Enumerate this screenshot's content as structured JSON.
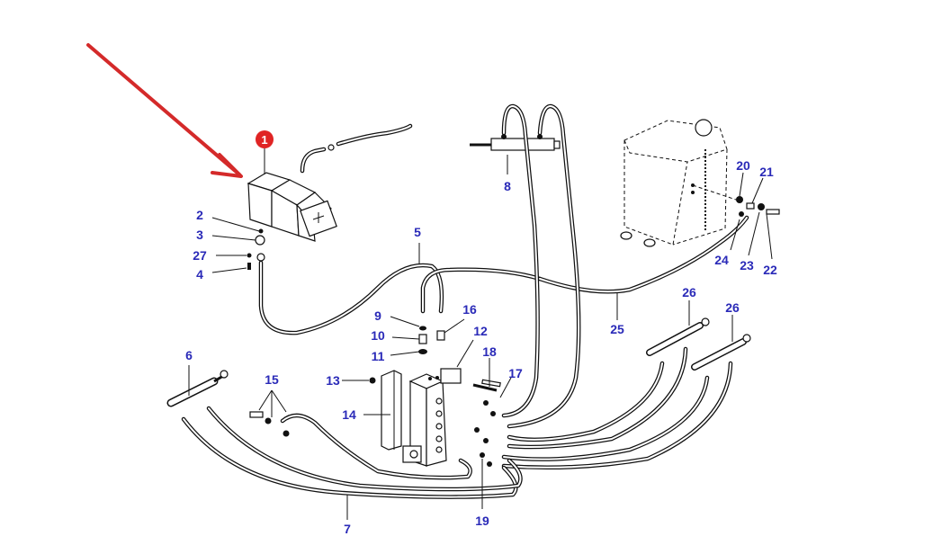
{
  "diagram": {
    "title": "Hydraulic system exploded parts diagram",
    "highlight": {
      "callout_number": "1",
      "callout_color": "#e02424",
      "arrow_color": "#d42a2a"
    },
    "label_color": "#2a2ab8",
    "labels": [
      {
        "id": "p2",
        "text": "2"
      },
      {
        "id": "p3",
        "text": "3"
      },
      {
        "id": "p27",
        "text": "27"
      },
      {
        "id": "p4",
        "text": "4"
      },
      {
        "id": "p5",
        "text": "5"
      },
      {
        "id": "p6",
        "text": "6"
      },
      {
        "id": "p7",
        "text": "7"
      },
      {
        "id": "p8",
        "text": "8"
      },
      {
        "id": "p9",
        "text": "9"
      },
      {
        "id": "p10",
        "text": "10"
      },
      {
        "id": "p11",
        "text": "11"
      },
      {
        "id": "p12",
        "text": "12"
      },
      {
        "id": "p13",
        "text": "13"
      },
      {
        "id": "p14",
        "text": "14"
      },
      {
        "id": "p15",
        "text": "15"
      },
      {
        "id": "p16",
        "text": "16"
      },
      {
        "id": "p17",
        "text": "17"
      },
      {
        "id": "p18",
        "text": "18"
      },
      {
        "id": "p19",
        "text": "19"
      },
      {
        "id": "p20",
        "text": "20"
      },
      {
        "id": "p21",
        "text": "21"
      },
      {
        "id": "p22",
        "text": "22"
      },
      {
        "id": "p23",
        "text": "23"
      },
      {
        "id": "p24",
        "text": "24"
      },
      {
        "id": "p25",
        "text": "25"
      },
      {
        "id": "p26a",
        "text": "26"
      },
      {
        "id": "p26b",
        "text": "26"
      }
    ]
  }
}
